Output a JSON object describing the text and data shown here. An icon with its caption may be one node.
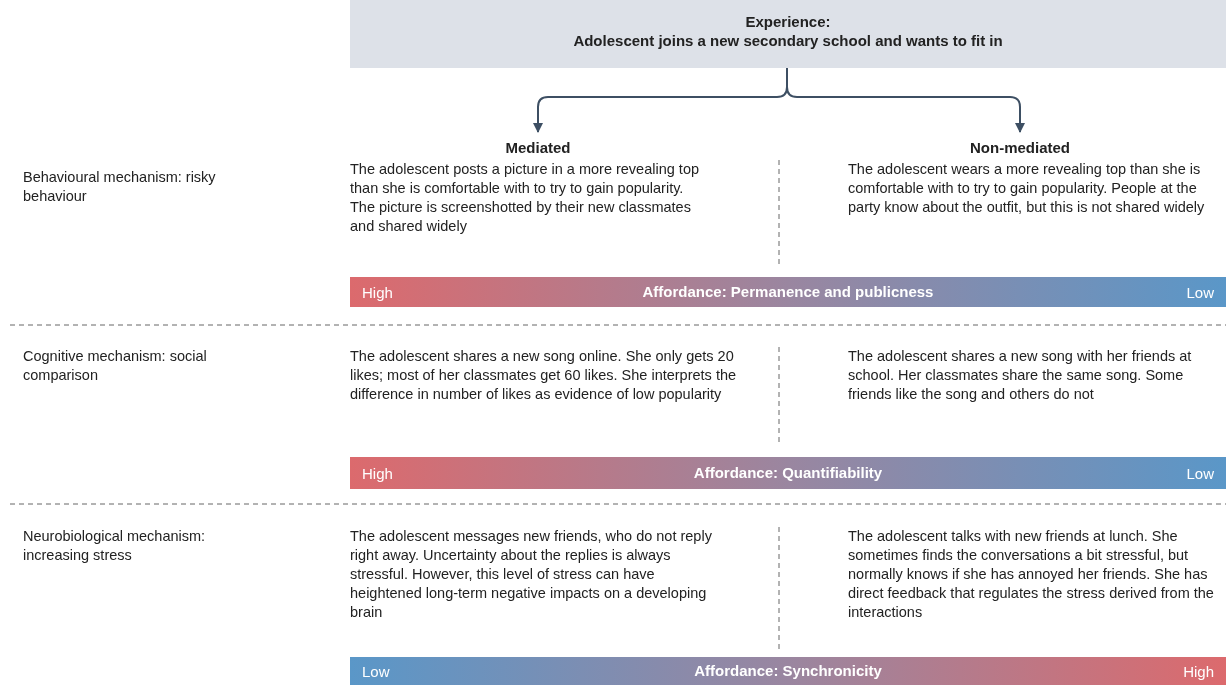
{
  "diagram": {
    "nodes": [
      {
        "text": [
          "Experience:",
          "Adolescent joins a new secondary school and wants to fit in"
        ]
      },
      {
        "text": [
          "Mediated"
        ]
      },
      {
        "text": [
          "Non-mediated"
        ]
      },
      {
        "text": [
          "High",
          "Affordance: Permanence and publicness",
          "Low"
        ]
      },
      {
        "text": [
          "High",
          "Affordance: Quantifiability",
          "Low"
        ]
      },
      {
        "text": [
          "Low",
          "Affordance: Synchronicity",
          "High"
        ]
      }
    ],
    "edges": [
      {
        "from": 0,
        "to": 1,
        "arrow": "to"
      },
      {
        "from": 0,
        "to": 2,
        "arrow": "to"
      }
    ],
    "labels": [
      "Behavioural mechanism: risky behaviour",
      "The adolescent posts a picture in a more revealing top than she is comfortable with to try to gain popularity. The picture is screenshotted by their new classmates and shared widely",
      "The adolescent wears a more revealing top than she is comfortable with to try to gain popularity. People at the party know about the outfit, but this is not shared widely",
      "Cognitive mechanism: social comparison",
      "The adolescent shares a new song online. She only gets 20 likes; most of her classmates get 60 likes. She interprets the difference in number of likes as evidence of low popularity",
      "The adolescent shares a new song with her friends at school. Her classmates share the same song. Some friends like the song and others do not",
      "Neurobiological mechanism: increasing stress",
      "The adolescent messages new friends, who do not reply right away. Uncertainty about the replies is always stressful. However, this level of stress can have heightened long-term negative impacts on a developing brain",
      "The adolescent talks with new friends at lunch. She sometimes finds the conversations a bit stressful, but normally knows if she has annoyed her friends. She has direct feedback that regulates the stress derived from the interactions"
    ]
  }
}
